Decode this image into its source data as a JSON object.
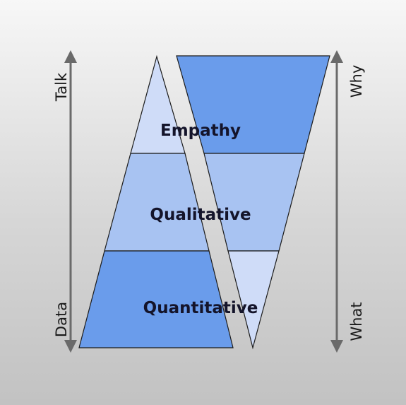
{
  "diagram": {
    "layers": [
      {
        "label": "Empathy",
        "left_color": "#cfdcf8",
        "right_color": "#6a9ceb"
      },
      {
        "label": "Qualitative",
        "left_color": "#a8c3f2",
        "right_color": "#a8c3f2"
      },
      {
        "label": "Quantitative",
        "left_color": "#6a9ceb",
        "right_color": "#cfdcf8"
      }
    ],
    "left_axis": {
      "top_label": "Talk",
      "bottom_label": "Data"
    },
    "right_axis": {
      "top_label": "Why",
      "bottom_label": "What"
    },
    "colors": {
      "arrow": "#6a6a6a",
      "outline": "#1b1b1b",
      "light_blue": "#cfdcf8",
      "medium_blue": "#a8c3f2",
      "dark_blue": "#6a9ceb"
    }
  }
}
